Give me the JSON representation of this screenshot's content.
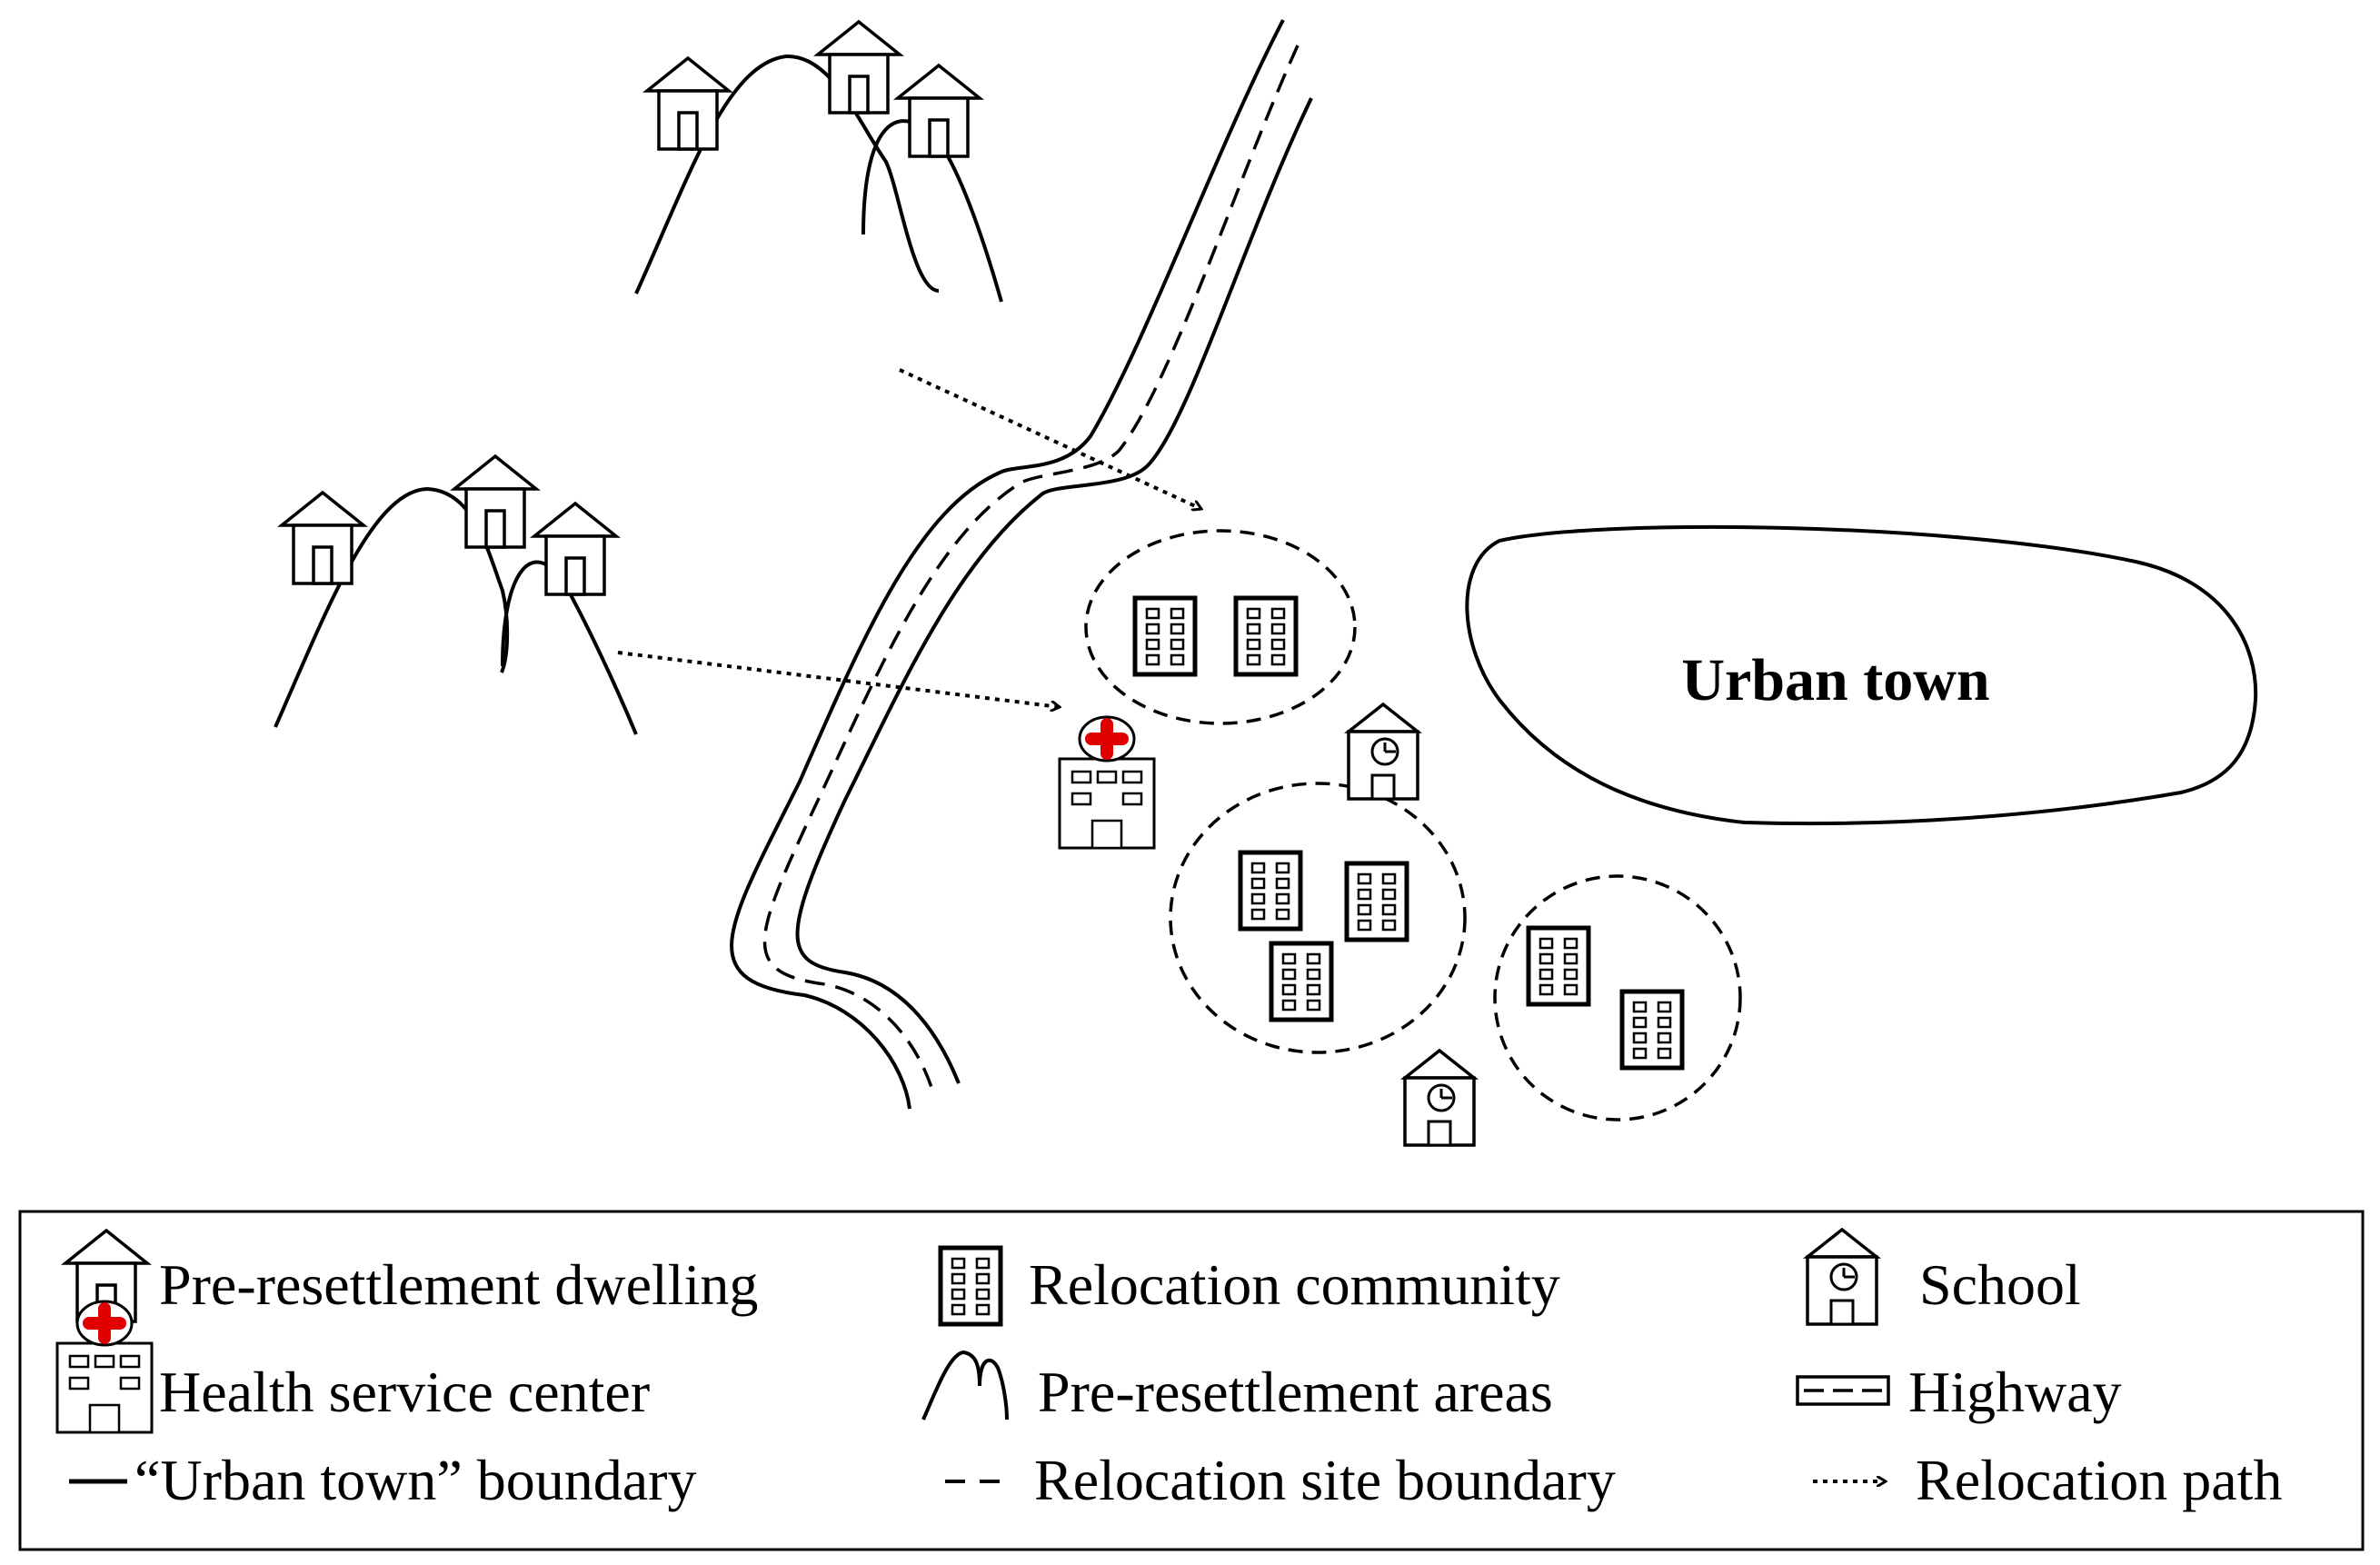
{
  "map": {
    "urban_town_label": "Urban town"
  },
  "legend": {
    "pre_resettlement_dwelling": "Pre-resettlement dwelling",
    "relocation_community": "Relocation community",
    "school": "School",
    "health_service_center": "Health service center",
    "pre_resettlement_areas": "Pre-resettlement areas",
    "highway": "Highway",
    "urban_town_boundary": "“Urban town” boundary",
    "relocation_site_boundary": "Relocation site boundary",
    "relocation_path": "Relocation path"
  },
  "colors": {
    "ink": "#000000",
    "health_cross": "#e00000",
    "background": "#ffffff"
  }
}
